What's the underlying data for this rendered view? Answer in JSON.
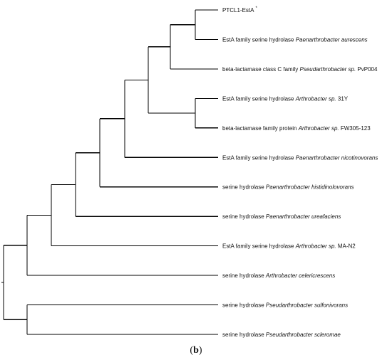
{
  "tree": {
    "leaves": [
      {
        "name": "PTCL1-EstA",
        "parts": [
          {
            "text": "PTCL1-EstA",
            "italic": false
          }
        ],
        "marker": "*"
      },
      {
        "name": "EstA family serine hydrolase Paenarthrobacter aurescens",
        "parts": [
          {
            "text": "EstA family serine hydrolase ",
            "italic": false
          },
          {
            "text": "Paenarthrobacter aurescens",
            "italic": true
          }
        ]
      },
      {
        "name": "beta-lactamase class C family Pseudarthrobacter sp. PvP004",
        "parts": [
          {
            "text": "beta-lactamase class C family ",
            "italic": false
          },
          {
            "text": "Pseudarthrobacter sp.",
            "italic": true
          },
          {
            "text": " PvP004",
            "italic": false
          }
        ]
      },
      {
        "name": "EstA family serine hydrolase Arthrobacter sp. 31Y",
        "parts": [
          {
            "text": "EstA family serine hydrolase ",
            "italic": false
          },
          {
            "text": "Arthrobacter sp.",
            "italic": true
          },
          {
            "text": " 31Y",
            "italic": false
          }
        ]
      },
      {
        "name": "beta-lactamase family protein Arthrobacter sp. FW305-123",
        "parts": [
          {
            "text": "beta-lactamase family protein ",
            "italic": false
          },
          {
            "text": "Arthrobacter sp.",
            "italic": true
          },
          {
            "text": " FW305-123",
            "italic": false
          }
        ]
      },
      {
        "name": "EstA family serine hydrolase Paenarthrobacter nicotinovorans",
        "parts": [
          {
            "text": "EstA family serine hydrolase ",
            "italic": false
          },
          {
            "text": "Paenarthrobacter nicotinovorans",
            "italic": true
          }
        ]
      },
      {
        "name": "serine hydrolase Paenarthrobacter histidinolovorans",
        "parts": [
          {
            "text": "serine hydrolase ",
            "italic": false
          },
          {
            "text": "Paenarthrobacter histidinolovorans",
            "italic": true
          }
        ]
      },
      {
        "name": "serine hydrolase Paenarthrobacter ureafaciens",
        "parts": [
          {
            "text": "serine hydrolase ",
            "italic": false
          },
          {
            "text": "Paenarthrobacter ureafaciens",
            "italic": true
          }
        ]
      },
      {
        "name": "EstA family serine hydrolase Arthrobacter sp. MA-N2",
        "parts": [
          {
            "text": "EstA family serine hydrolase ",
            "italic": false
          },
          {
            "text": "Arthrobacter sp.",
            "italic": true
          },
          {
            "text": " MA-N2",
            "italic": false
          }
        ]
      },
      {
        "name": "serine hydrolase Arthrobacter celericrescens",
        "parts": [
          {
            "text": "serine hydrolase ",
            "italic": false
          },
          {
            "text": "Arthrobacter celericrescens",
            "italic": true
          }
        ]
      },
      {
        "name": "serine hydrolase Pseudarthrobacter sulfonivorans",
        "parts": [
          {
            "text": "serine hydrolase ",
            "italic": false
          },
          {
            "text": "Pseudarthrobacter sulfonivorans",
            "italic": true
          }
        ]
      },
      {
        "name": "serine hydrolase Pseudarthrobacter scleromae",
        "parts": [
          {
            "text": "serine hydrolase ",
            "italic": false
          },
          {
            "text": "Pseudarthrobacter scleromae",
            "italic": true
          }
        ]
      }
    ],
    "topology": [
      [
        [
          [
            [
              [
                [
                  [
                    [
                      "PTCL1-EstA",
                      "EstA family serine hydrolase Paenarthrobacter aurescens"
                    ],
                    "beta-lactamase class C family Pseudarthrobacter sp. PvP004"
                  ],
                  [
                    "EstA family serine hydrolase Arthrobacter sp. 31Y",
                    "beta-lactamase family protein Arthrobacter sp. FW305-123"
                  ]
                ],
                "EstA family serine hydrolase Paenarthrobacter nicotinovorans"
              ],
              "serine hydrolase Paenarthrobacter histidinolovorans"
            ],
            "serine hydrolase Paenarthrobacter ureafaciens"
          ],
          "EstA family serine hydrolase Arthrobacter sp. MA-N2"
        ],
        "serine hydrolase Arthrobacter celericrescens"
      ],
      [
        "serine hydrolase Pseudarthrobacter sulfonivorans",
        "serine hydrolase Pseudarthrobacter scleromae"
      ]
    ]
  },
  "caption": {
    "open": "(",
    "letter": "b",
    "close": ")"
  }
}
